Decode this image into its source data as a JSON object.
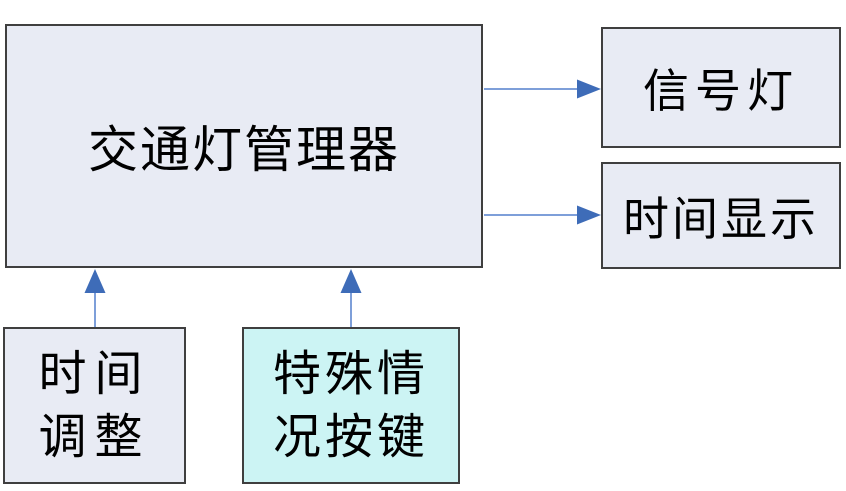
{
  "diagram": {
    "description": "Traffic light controller block diagram",
    "boxes": {
      "manager": {
        "label": "交通灯管理器"
      },
      "signal_light": {
        "label": "信号灯"
      },
      "time_display": {
        "label": "时间显示"
      },
      "time_adjust": {
        "label": "时间\n调整"
      },
      "special_button": {
        "label": "特殊情\n况按键"
      }
    },
    "arrows": [
      {
        "from": "manager",
        "to": "signal_light",
        "direction": "right"
      },
      {
        "from": "manager",
        "to": "time_display",
        "direction": "right"
      },
      {
        "from": "time_adjust",
        "to": "manager",
        "direction": "up"
      },
      {
        "from": "special_button",
        "to": "manager",
        "direction": "up"
      }
    ],
    "colors": {
      "box_fill": "#e8ebf4",
      "special_box_fill": "#ccf4f4",
      "box_border": "#3f3f3f",
      "arrow_line": "#7e9fd9",
      "arrow_head": "#3e6cb8",
      "text": "#000000",
      "background": "#ffffff"
    }
  }
}
